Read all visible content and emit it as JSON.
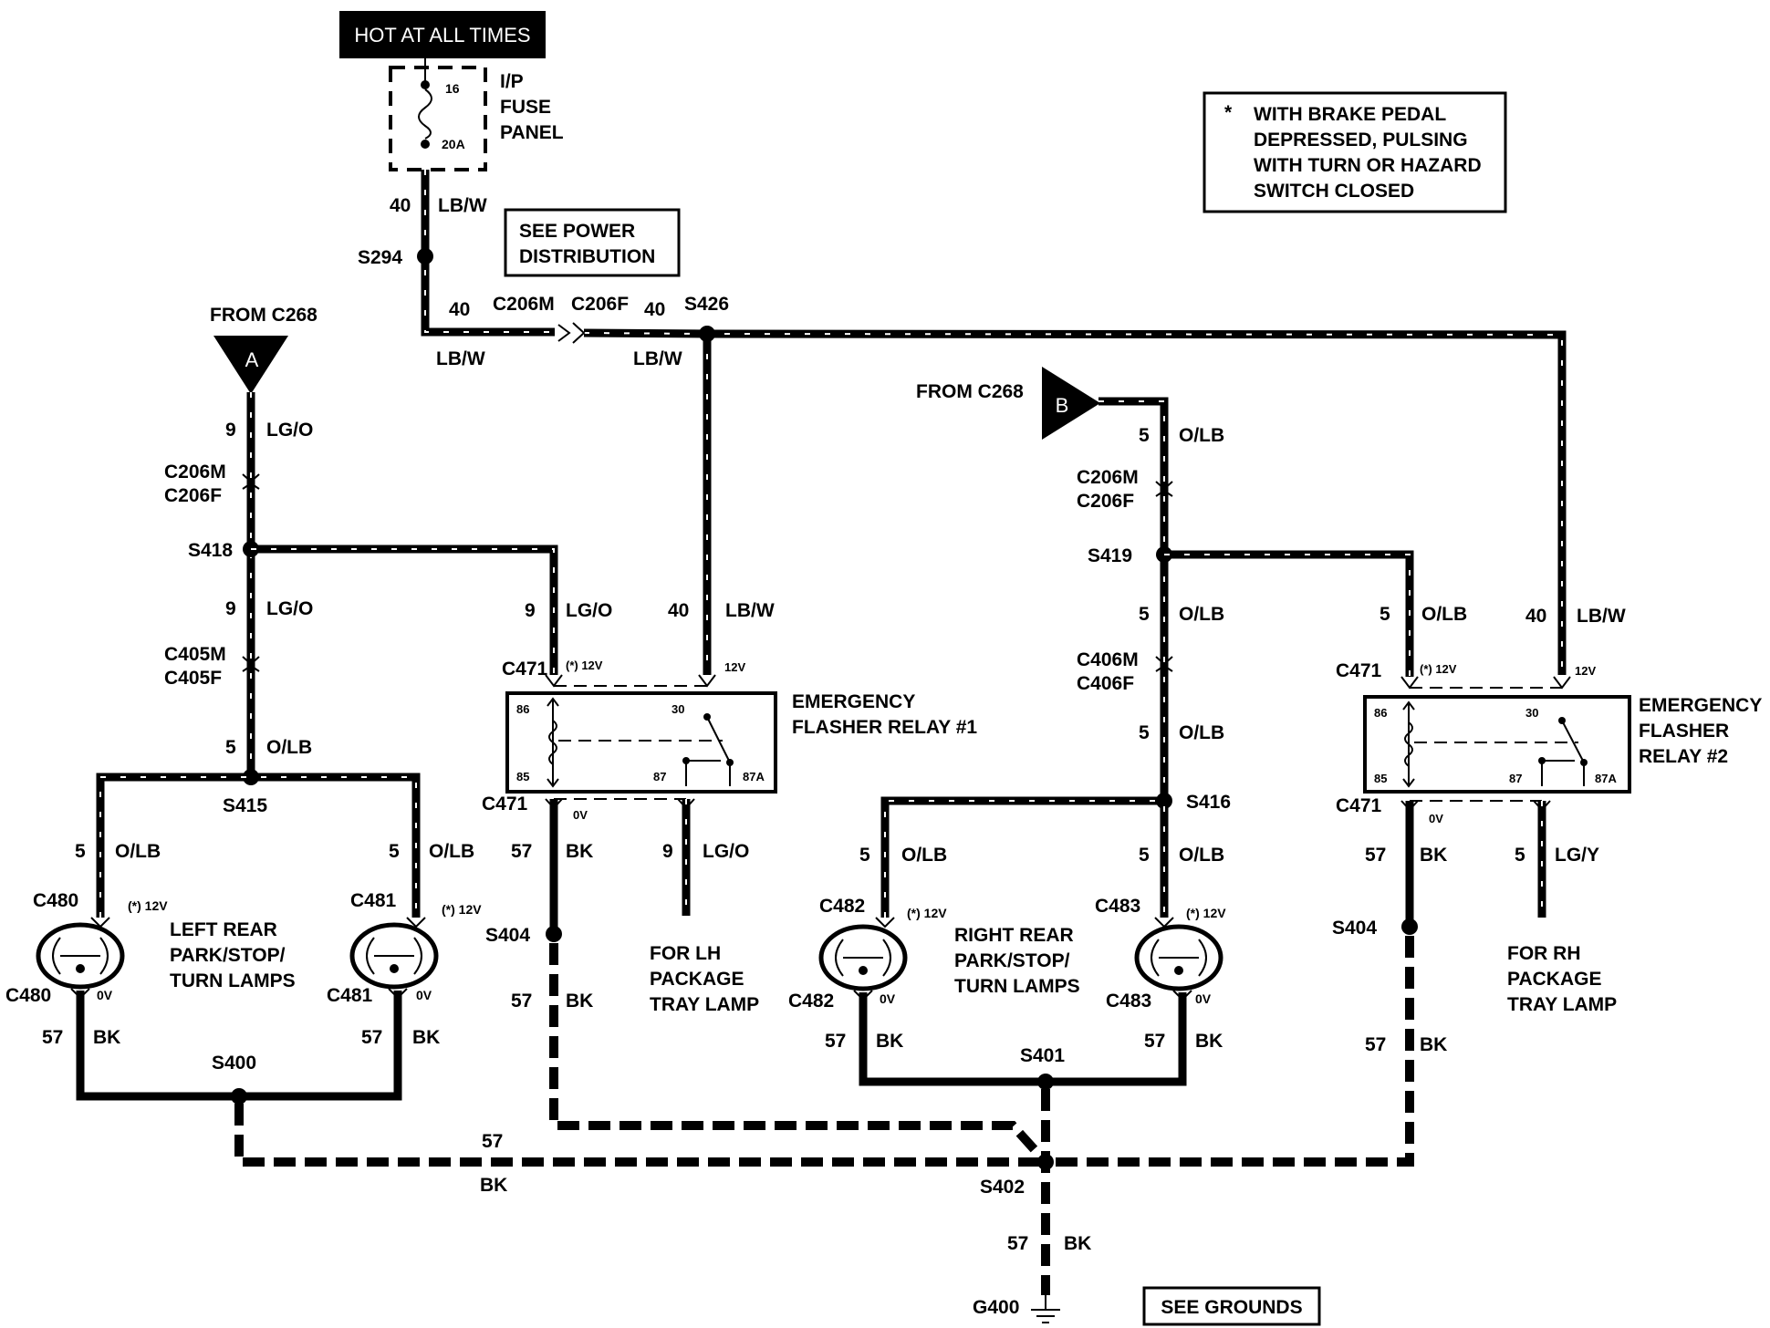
{
  "header": {
    "hot_at_all_times": "HOT AT ALL TIMES"
  },
  "fuse": {
    "label_1": "I/P",
    "label_2": "FUSE",
    "label_3": "PANEL",
    "number": "16",
    "rating": "20A"
  },
  "power_circuit": {
    "circuit": "40",
    "color": "LB/W"
  },
  "references": {
    "see_power_1": "SEE POWER",
    "see_power_2": "DISTRIBUTION",
    "see_grounds": "SEE GROUNDS"
  },
  "note": {
    "star": "*",
    "line_1": "WITH BRAKE PEDAL",
    "line_2": "DEPRESSED, PULSING",
    "line_3": "WITH TURN OR HAZARD",
    "line_4": "SWITCH CLOSED"
  },
  "splices": {
    "s294": "S294",
    "s426": "S426",
    "s418": "S418",
    "s415": "S415",
    "s419": "S419",
    "s416": "S416",
    "s404": "S404",
    "s400": "S400",
    "s401": "S401",
    "s402": "S402",
    "g400": "G400"
  },
  "connectors": {
    "c206m": "C206M",
    "c206f": "C206F",
    "c405m": "C405M",
    "c405f": "C405F",
    "c406m": "C406M",
    "c406f": "C406F",
    "c471": "C471",
    "c480": "C480",
    "c481": "C481",
    "c482": "C482",
    "c483": "C483"
  },
  "from_a": {
    "text": "FROM C268",
    "letter": "A"
  },
  "from_b": {
    "text": "FROM C268",
    "letter": "B"
  },
  "wires": {
    "n9": "9",
    "lg_o": "LG/O",
    "n5": "5",
    "o_lb": "O/LB",
    "n40": "40",
    "lb_w": "LB/W",
    "n57": "57",
    "bk": "BK",
    "lg_y": "LG/Y"
  },
  "voltages": {
    "v12_star": "(*) 12V",
    "v12": "12V",
    "v0": "0V"
  },
  "relay_1": {
    "title_1": "EMERGENCY",
    "title_2": "FLASHER RELAY #1"
  },
  "relay_2": {
    "title_1": "EMERGENCY",
    "title_2": "FLASHER",
    "title_3": "RELAY #2"
  },
  "relay_pins": {
    "p86": "86",
    "p85": "85",
    "p30": "30",
    "p87": "87",
    "p87a": "87A"
  },
  "lamps": {
    "left_1": "LEFT REAR",
    "left_2": "PARK/STOP/",
    "left_3": "TURN LAMPS",
    "right_1": "RIGHT REAR",
    "right_2": "PARK/STOP/",
    "right_3": "TURN LAMPS"
  },
  "package_lamps": {
    "lh_1": "FOR LH",
    "lh_2": "PACKAGE",
    "lh_3": "TRAY LAMP",
    "rh_1": "FOR RH",
    "rh_2": "PACKAGE",
    "rh_3": "TRAY LAMP"
  }
}
